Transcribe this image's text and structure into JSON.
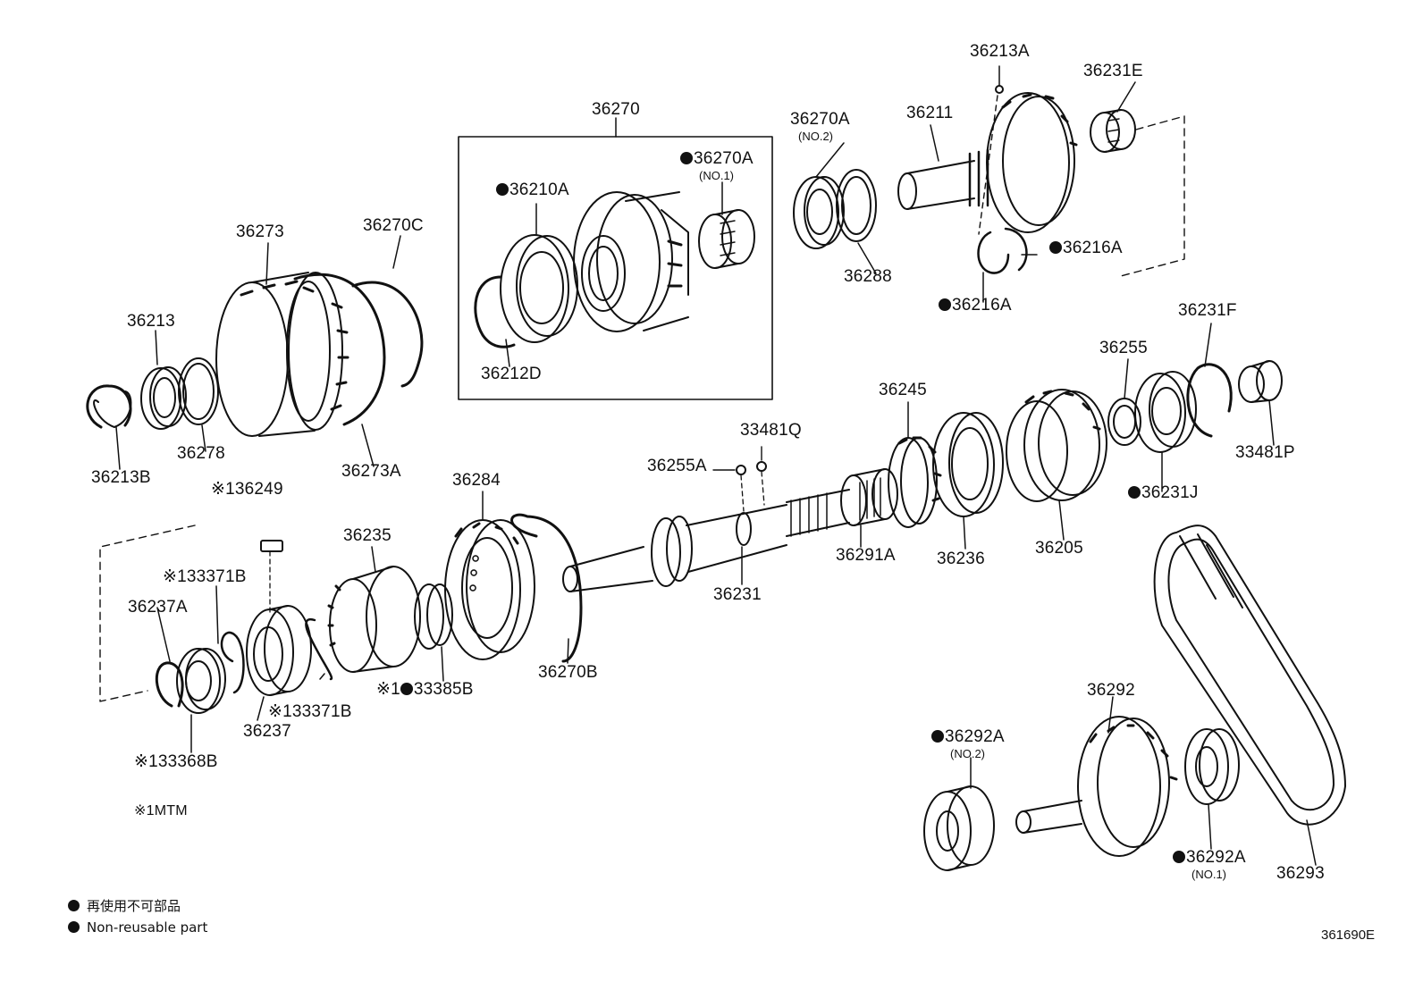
{
  "parts": {
    "p36270": "36270",
    "p36270A_top": "36270A",
    "p36270A_top_sub": "(NO.2)",
    "p36211": "36211",
    "p36213A": "36213A",
    "p36231E": "36231E",
    "p36270A_inner": "36270A",
    "p36270A_inner_sub": "(NO.1)",
    "p36210A": "36210A",
    "p36212D": "36212D",
    "p36273": "36273",
    "p36270C": "36270C",
    "p36213": "36213",
    "p36278": "36278",
    "p36213B": "36213B",
    "p36273A": "36273A",
    "p36288": "36288",
    "p36216A_a": "36216A",
    "p36216A_b": "36216A",
    "p36231F": "36231F",
    "p36255": "36255",
    "p33481P": "33481P",
    "p36231J": "36231J",
    "p36245": "36245",
    "p33481Q": "33481Q",
    "p36255A": "36255A",
    "p36284": "36284",
    "p36249": "※136249",
    "p36235": "36235",
    "p33371B_a": "※133371B",
    "p36237A": "36237A",
    "p36291A": "36291A",
    "p36236": "36236",
    "p36205": "36205",
    "p36231": "36231",
    "p36270B": "36270B",
    "p33385B": "33385B",
    "p33385B_prefix": "※1",
    "p33371B_b": "※133371B",
    "p36237": "36237",
    "p33368B": "※133368B",
    "p1MTM": "※1MTM",
    "p36292": "36292",
    "p36292A_a": "36292A",
    "p36292A_a_sub": "(NO.2)",
    "p36292A_b": "36292A",
    "p36292A_b_sub": "(NO.1)",
    "p36293": "36293"
  },
  "legend": {
    "line1": "再使用不可部品",
    "line2": "Non-reusable part"
  },
  "diagram_code": "361690E"
}
